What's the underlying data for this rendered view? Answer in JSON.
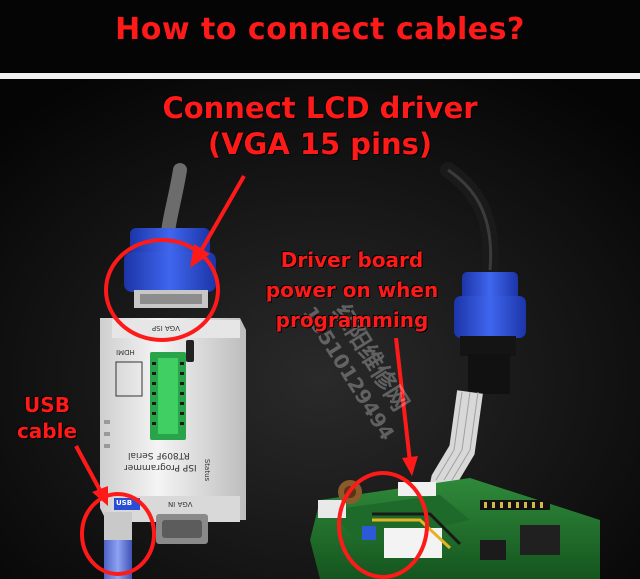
{
  "banner": {
    "title": "How to connect cables?"
  },
  "labels": {
    "lcd_line1": "Connect LCD driver",
    "lcd_line2": "(VGA 15 pins)",
    "driver_line1": "Driver board",
    "driver_line2": "power on when",
    "driver_line3": "programming",
    "usb_line1": "USB",
    "usb_line2": "cable"
  },
  "device": {
    "top_label": "VGA ISP",
    "hdmi_label": "HDMI",
    "model_line1": "RT809F Serial",
    "model_line2": "ISP Programmer",
    "status_label": "Status",
    "vga_in_label": "VGA IN",
    "usb_logo": "USB"
  },
  "watermark": {
    "chinese": "红阳维修网",
    "number": "13510129494"
  },
  "colors": {
    "label_red": "#ff1a1a",
    "vga_blue": "#2a4fd6",
    "divider": "#f2f2f2"
  }
}
